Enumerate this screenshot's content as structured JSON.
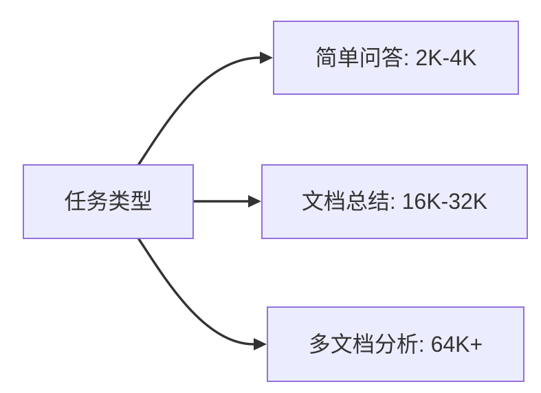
{
  "diagram": {
    "type": "flowchart",
    "direction": "left-to-right",
    "colors": {
      "background": "#ffffff",
      "node_fill": "#ECECFF",
      "node_border": "#9370DB",
      "edge_color": "#333333",
      "text_color": "#333333"
    },
    "root": {
      "id": "task-type",
      "label": "任务类型"
    },
    "branches": [
      {
        "id": "simple-qa",
        "label": "简单问答: 2K-4K"
      },
      {
        "id": "doc-summary",
        "label": "文档总结: 16K-32K"
      },
      {
        "id": "multi-doc",
        "label": "多文档分析: 64K+"
      }
    ],
    "edges": [
      {
        "from": "任务类型",
        "to": "简单问答: 2K-4K"
      },
      {
        "from": "任务类型",
        "to": "文档总结: 16K-32K"
      },
      {
        "from": "任务类型",
        "to": "多文档分析: 64K+"
      }
    ]
  }
}
